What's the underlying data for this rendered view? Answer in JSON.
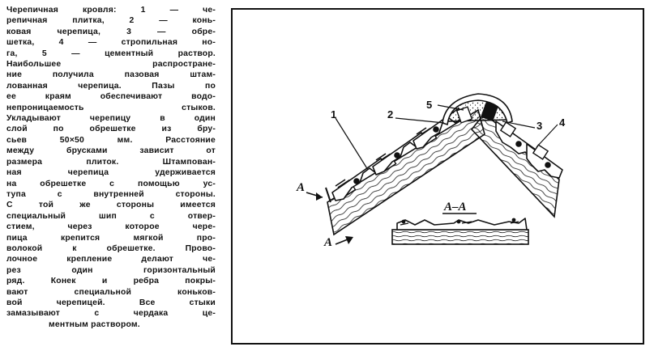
{
  "caption": {
    "lines": [
      "Черепичная кровля: 1 — че-",
      "репичная плитка, 2 — конь-",
      "ковая черепица, 3 — обре-",
      "шетка, 4 — стропильная но-",
      "га, 5 — цементный раствор.",
      "Наибольшее    распростране-",
      "ние получила пазовая штам-",
      "лованная черепица. Пазы по",
      "ее краям обеспечивают водо-",
      "непроницаемость      стыков.",
      "Укладывают черепицу в один",
      "слой по обрешетке из бру-",
      "сьев 50×50 мм. Расстояние",
      "между брусками зависит от",
      "размера плиток. Штампован-",
      "ная черепица удерживается",
      "на обрешетке с помощью ус-",
      "тупа с внутренней стороны.",
      "С той же стороны имеется",
      "специальный шип с отвер-",
      "стием, через которое чере-",
      "пица крепится мягкой про-",
      "волокой к обрешетке. Прово-",
      "лочное крепление делают че-",
      "рез   один   горизонтальный",
      "ряд. Конек и ребра покры-",
      "вают специальной коньков-",
      "вой черепицей. Все стыки",
      "замазывают с чердака це-",
      "ментным раствором."
    ]
  },
  "figure": {
    "labels": {
      "l1": "1",
      "l2": "2",
      "l3": "3",
      "l4": "4",
      "l5": "5",
      "section_top": "A",
      "section_bottom": "A",
      "section_title": "A–A"
    }
  }
}
